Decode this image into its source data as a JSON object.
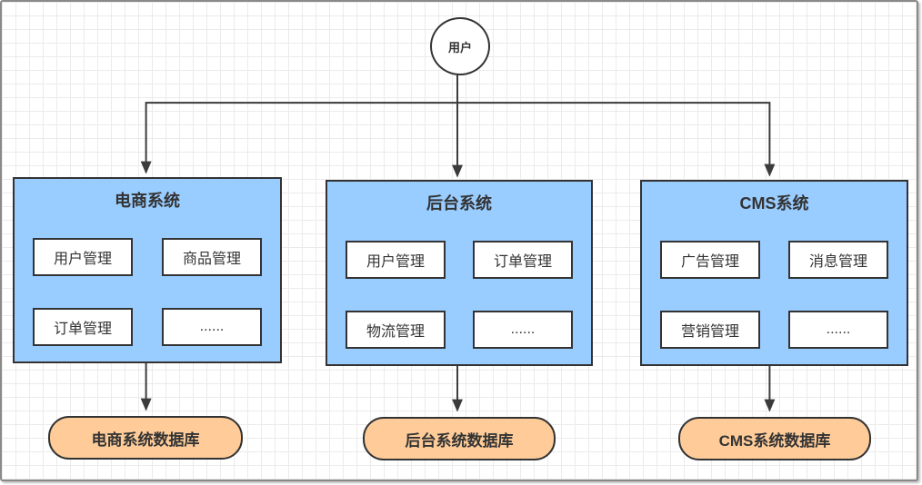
{
  "colors": {
    "system_fill": "#99ccff",
    "database_fill": "#ffcc99",
    "node_stroke": "#333333",
    "connector": "#3b3b3b",
    "canvas_grid": "#ebebeb"
  },
  "diagram": {
    "user": {
      "label": "用户"
    },
    "systems": [
      {
        "title": "电商系统",
        "modules": [
          "用户管理",
          "商品管理",
          "订单管理",
          "......"
        ],
        "database": "电商系统数据库"
      },
      {
        "title": "后台系统",
        "modules": [
          "用户管理",
          "订单管理",
          "物流管理",
          "......"
        ],
        "database": "后台系统数据库"
      },
      {
        "title": "CMS系统",
        "modules": [
          "广告管理",
          "消息管理",
          "营销管理",
          "......"
        ],
        "database": "CMS系统数据库"
      }
    ]
  }
}
